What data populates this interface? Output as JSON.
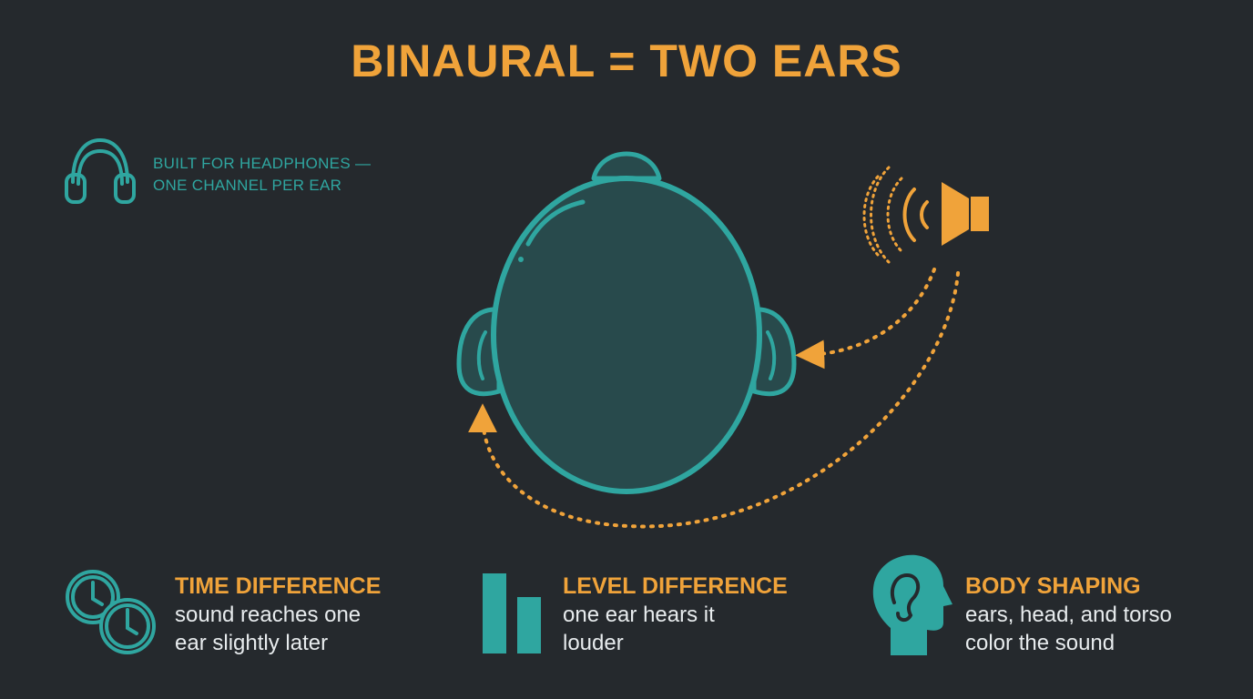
{
  "title": "BINAURAL = TWO EARS",
  "headphones_note": {
    "line1": "BUILT FOR HEADPHONES —",
    "line2": "ONE CHANNEL PER EAR",
    "icon": "headphones-icon"
  },
  "features": [
    {
      "title": "TIME DIFFERENCE",
      "description": "sound reaches one ear slightly later",
      "icon": "clocks-icon"
    },
    {
      "title": "LEVEL DIFFERENCE",
      "description": "one ear hears it louder",
      "icon": "level-bars-icon"
    },
    {
      "title": "BODY SHAPING",
      "description": "ears, head, and torso color the sound",
      "icon": "head-profile-icon"
    }
  ],
  "colors": {
    "background": "#25292d",
    "accent_orange": "#f0a33a",
    "accent_teal": "#2fa6a0",
    "head_fill": "#284a4c",
    "text": "#e8ecee"
  },
  "diagram_icons": [
    "head-top-view",
    "speaker-icon",
    "sound-path-arrow-near-ear",
    "sound-path-arrow-far-ear"
  ]
}
